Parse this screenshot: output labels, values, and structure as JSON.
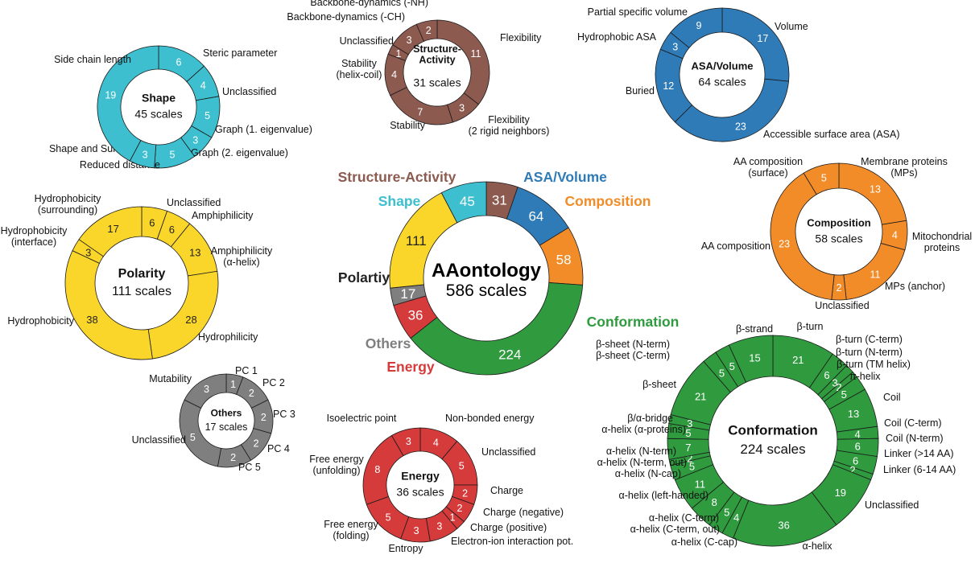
{
  "colors": {
    "shape": "#3dbfcf",
    "structure": "#8c5a4f",
    "asa": "#2f7bb8",
    "composition": "#f28c28",
    "conformation": "#2f9a3e",
    "energy": "#d63b3b",
    "others": "#7f7f7f",
    "polarity": "#fbd62a",
    "polarity_text": "#222222"
  },
  "center": {
    "title": "AAontology",
    "subtitle": "586 scales",
    "slices": [
      {
        "name": "Structure-Activity",
        "value": 31,
        "label": "31",
        "color_key": "structure"
      },
      {
        "name": "ASA/Volume",
        "value": 64,
        "label": "64",
        "color_key": "asa"
      },
      {
        "name": "Composition",
        "value": 58,
        "label": "58",
        "color_key": "composition"
      },
      {
        "name": "Conformation",
        "value": 224,
        "label": "224",
        "color_key": "conformation"
      },
      {
        "name": "Energy",
        "value": 36,
        "label": "36",
        "color_key": "energy"
      },
      {
        "name": "Others",
        "value": 17,
        "label": "17",
        "color_key": "others"
      },
      {
        "name": "Polartiy",
        "value": 111,
        "label": "111",
        "color_key": "polarity"
      },
      {
        "name": "Shape",
        "value": 45,
        "label": "45",
        "color_key": "shape"
      }
    ]
  },
  "groups": [
    {
      "id": "shape",
      "title": "Shape",
      "subtitle": "45 scales",
      "color_key": "shape",
      "segments": [
        {
          "label": "Steric parameter",
          "value": 6
        },
        {
          "label": "Unclassified",
          "value": 4
        },
        {
          "label": "Graph (1. eigenvalue)",
          "value": 5
        },
        {
          "label": "Graph (2. eigenvalue)",
          "value": 3
        },
        {
          "label": "Reduced distance",
          "value": 5
        },
        {
          "label": "Shape and Surface",
          "value": 3
        },
        {
          "label": "Side chain length",
          "value": 19
        }
      ]
    },
    {
      "id": "structure",
      "title": "Structure-\nActivity",
      "subtitle": "31 scales",
      "color_key": "structure",
      "segments": [
        {
          "label": "Flexibility",
          "value": 11
        },
        {
          "label": "Flexibility\n(2 rigid neighbors)",
          "value": 3
        },
        {
          "label": "Stability",
          "value": 7
        },
        {
          "label": "Stability\n(helix-coil)",
          "value": 4
        },
        {
          "label": "Unclassified",
          "value": 1
        },
        {
          "label": "Backbone-dynamics (-CH)",
          "value": 3
        },
        {
          "label": "Backbone-dynamics (-NH)",
          "value": 2
        }
      ]
    },
    {
      "id": "asa",
      "title": "ASA/Volume",
      "subtitle": "64 scales",
      "color_key": "asa",
      "segments": [
        {
          "label": "Volume",
          "value": 17
        },
        {
          "label": "Accessible surface area (ASA)",
          "value": 23
        },
        {
          "label": "Buried",
          "value": 12
        },
        {
          "label": "Hydrophobic ASA",
          "value": 3
        },
        {
          "label": "Partial specific volume",
          "value": 9
        }
      ]
    },
    {
      "id": "composition",
      "title": "Composition",
      "subtitle": "58 scales",
      "color_key": "composition",
      "segments": [
        {
          "label": "Membrane proteins\n(MPs)",
          "value": 13
        },
        {
          "label": "Mitochondrial\nproteins",
          "value": 4
        },
        {
          "label": "MPs (anchor)",
          "value": 11
        },
        {
          "label": "Unclassified",
          "value": 2
        },
        {
          "label": "AA composition",
          "value": 23
        },
        {
          "label": "AA composition\n(surface)",
          "value": 5
        }
      ]
    },
    {
      "id": "polarity",
      "title": "Polarity",
      "subtitle": "111 scales",
      "color_key": "polarity",
      "segments": [
        {
          "label": "Unclassified",
          "value": 6
        },
        {
          "label": "Amphiphilicity",
          "value": 6
        },
        {
          "label": "Amphiphilicity\n(α-helix)",
          "value": 13
        },
        {
          "label": "Hydrophilicity",
          "value": 28
        },
        {
          "label": "Hydrophobicity",
          "value": 38
        },
        {
          "label": "Hydrophobicity\n(interface)",
          "value": 3
        },
        {
          "label": "Hydrophobicity\n(surrounding)",
          "value": 17
        }
      ]
    },
    {
      "id": "others",
      "title": "Others",
      "subtitle": "17 scales",
      "color_key": "others",
      "segments": [
        {
          "label": "PC 1",
          "value": 1
        },
        {
          "label": "PC 2",
          "value": 2
        },
        {
          "label": "PC 3",
          "value": 2
        },
        {
          "label": "PC 4",
          "value": 2
        },
        {
          "label": "PC 5",
          "value": 2
        },
        {
          "label": "Unclassified",
          "value": 5
        },
        {
          "label": "Mutability",
          "value": 3
        }
      ]
    },
    {
      "id": "energy",
      "title": "Energy",
      "subtitle": "36 scales",
      "color_key": "energy",
      "segments": [
        {
          "label": "Non-bonded energy",
          "value": 4
        },
        {
          "label": "Unclassified",
          "value": 5
        },
        {
          "label": "Charge",
          "value": 2
        },
        {
          "label": "Charge (negative)",
          "value": 2
        },
        {
          "label": "Charge (positive)",
          "value": 1
        },
        {
          "label": "Electron-ion interaction pot.",
          "value": 3
        },
        {
          "label": "Entropy",
          "value": 3
        },
        {
          "label": "Free energy\n(folding)",
          "value": 5
        },
        {
          "label": "Free energy\n(unfolding)",
          "value": 8
        },
        {
          "label": "Isoelectric point",
          "value": 3
        }
      ]
    },
    {
      "id": "conformation",
      "title": "Conformation",
      "subtitle": "224 scales",
      "color_key": "conformation",
      "segments": [
        {
          "label": "β-turn",
          "value": 21
        },
        {
          "label": "β-turn (C-term)",
          "value": 6
        },
        {
          "label": "β-turn (N-term)",
          "value": 3
        },
        {
          "label": "β-turn (TM helix)",
          "value": 2
        },
        {
          "label": "π-helix",
          "value": 5
        },
        {
          "label": "Coil",
          "value": 13
        },
        {
          "label": "Coil (C-term)",
          "value": 4
        },
        {
          "label": "Coil (N-term)",
          "value": 6
        },
        {
          "label": "Linker (>14 AA)",
          "value": 6
        },
        {
          "label": "Linker (6-14 AA)",
          "value": 2
        },
        {
          "label": "Unclassified",
          "value": 19
        },
        {
          "label": "α-helix",
          "value": 36
        },
        {
          "label": "α-helix (C-cap)",
          "value": 4
        },
        {
          "label": "α-helix (C-term, out)",
          "value": 5
        },
        {
          "label": "α-helix (C-term)",
          "value": 8
        },
        {
          "label": "α-helix (left-handed)",
          "value": 11
        },
        {
          "label": "α-helix (N-cap)",
          "value": 5
        },
        {
          "label": "α-helix (N-term, out)",
          "value": 2
        },
        {
          "label": "α-helix (N-term)",
          "value": 7
        },
        {
          "label": "α-helix (α-proteins)",
          "value": 5
        },
        {
          "label": "β/α-bridge",
          "value": 3
        },
        {
          "label": "β-sheet",
          "value": 21
        },
        {
          "label": "β-sheet (C-term)",
          "value": 5
        },
        {
          "label": "β-sheet (N-term)",
          "value": 5
        },
        {
          "label": "β-strand",
          "value": 15
        }
      ]
    }
  ]
}
